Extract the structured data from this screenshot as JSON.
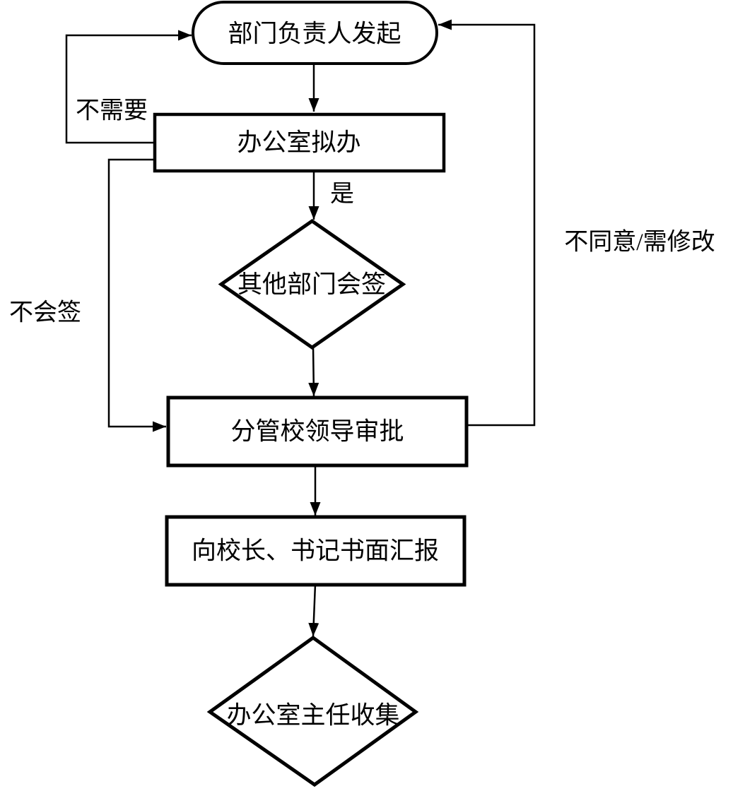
{
  "diagram": {
    "type": "flowchart",
    "nodes": {
      "start": {
        "label": "部门负责人发起",
        "shape": "terminator"
      },
      "draft": {
        "label": "办公室拟办",
        "shape": "process"
      },
      "countersign": {
        "label": "其他部门会签",
        "shape": "decision"
      },
      "approve": {
        "label": "分管校领导审批",
        "shape": "process"
      },
      "report": {
        "label": "向校长、书记书面汇报",
        "shape": "process"
      },
      "collect": {
        "label": "办公室主任收集",
        "shape": "decision"
      }
    },
    "edge_labels": {
      "yes": "是",
      "not_needed": "不需要",
      "no_countersign": "不会签",
      "disagree": "不同意/需修改"
    },
    "colors": {
      "stroke": "#000000",
      "background": "#ffffff"
    }
  }
}
